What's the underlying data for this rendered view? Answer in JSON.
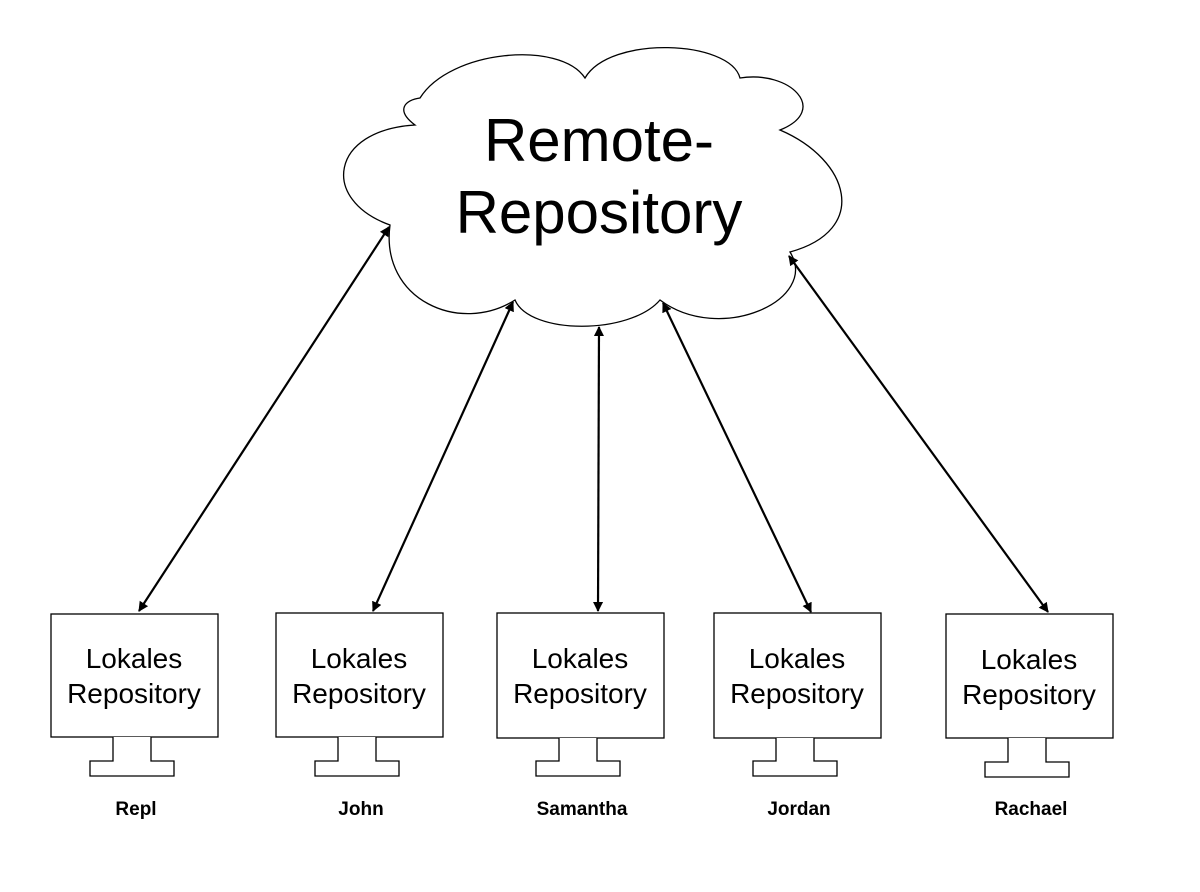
{
  "remote": {
    "title_line1": "Remote-",
    "title_line2": "Repository"
  },
  "clients": [
    {
      "line1": "Lokales",
      "line2": "Repository",
      "user": "Repl"
    },
    {
      "line1": "Lokales",
      "line2": "Repository",
      "user": "John"
    },
    {
      "line1": "Lokales",
      "line2": "Repository",
      "user": "Samantha"
    },
    {
      "line1": "Lokales",
      "line2": "Repository",
      "user": "Jordan"
    },
    {
      "line1": "Lokales",
      "line2": "Repository",
      "user": "Rachael"
    }
  ],
  "colors": {
    "stroke": "#000000",
    "background": "#ffffff"
  }
}
